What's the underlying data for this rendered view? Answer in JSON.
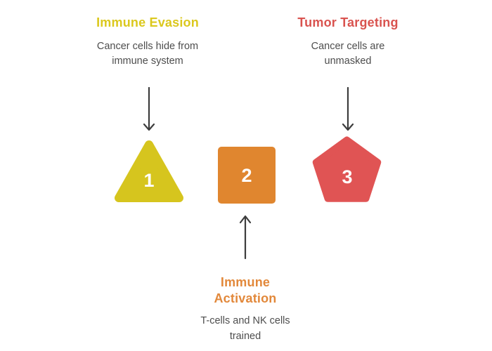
{
  "diagram": {
    "background_color": "#ffffff",
    "arrow_color": "#3d3d3d",
    "description_text_color": "#4d4d4d",
    "number_text_color": "#ffffff",
    "steps": [
      {
        "number": "1",
        "title": "Immune Evasion",
        "title_color": "#dbc81e",
        "description": "Cancer cells hide from\nimmune system",
        "shape": "triangle",
        "shape_color": "#d6c51e",
        "label_position": "top",
        "arrow_direction": "down"
      },
      {
        "number": "2",
        "title": "Immune\nActivation",
        "title_color": "#e2883a",
        "description": "T-cells and NK cells\ntrained",
        "shape": "square",
        "shape_color": "#e0862f",
        "label_position": "bottom",
        "arrow_direction": "up"
      },
      {
        "number": "3",
        "title": "Tumor Targeting",
        "title_color": "#d9534f",
        "description": "Cancer cells are\nunmasked",
        "shape": "pentagon",
        "shape_color": "#e05454",
        "label_position": "top",
        "arrow_direction": "down"
      }
    ]
  }
}
